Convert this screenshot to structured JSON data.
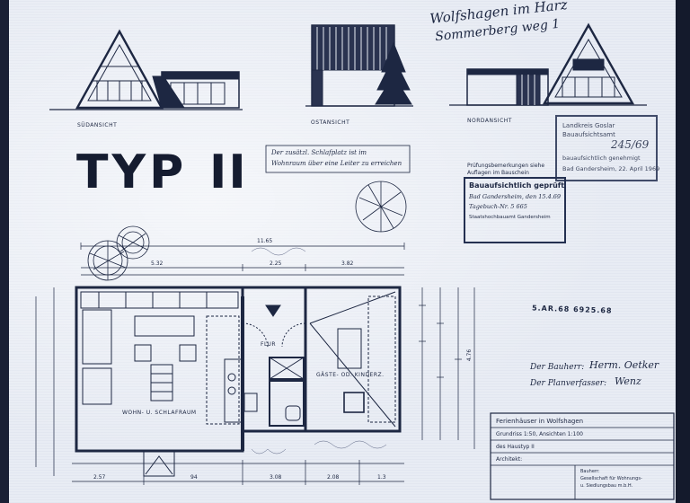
{
  "handwriting": {
    "title_line1": "Wolfshagen im Harz",
    "title_line2": "Sommerberg weg 1"
  },
  "elevations": {
    "south_label": "SÜDANSICHT",
    "east_label": "OSTANSICHT",
    "north_label": "NORDANSICHT"
  },
  "type_label": {
    "word": "TYP",
    "number": "II"
  },
  "note_box": {
    "line1": "Der zusätzl. Schlafplatz ist im",
    "line2": "Wohnraum über eine Leiter zu erreichen"
  },
  "approval_stamp": {
    "line1": "Landkreis Goslar",
    "line2": "Bauaufsichtsamt",
    "reg_no": "245/69",
    "line3": "bauaufsichtlich genehmigt",
    "line4": "Bad Gandersheim, 22. April 1969"
  },
  "check_stamp": {
    "header1": "Prüfungsbemerkungen siehe",
    "header2": "Auflagen im Bauschein",
    "title": "Bauaufsichtlich geprüft",
    "place_date": "Bad Gandersheim, den 15.4.69",
    "tagebuch": "Tagebuch-Nr. 5 665",
    "office": "Staatshochbauamt Gandersheim"
  },
  "side_stamp": "5.AR.68 6925.68",
  "rooms": {
    "living": "WOHN- U. SCHLAFRAUM",
    "hall": "FLUR",
    "guest": "GÄSTE- OD. KINDERZ."
  },
  "dims": {
    "overall": "11.65",
    "d_532": "5.32",
    "d_382": "3.82",
    "d_225": "2.25",
    "d_476": "4.76",
    "bottom1": "2.57",
    "bottom2": "94",
    "bottom3": "3.08",
    "bottom4": "2.08",
    "bottom5": "1.3"
  },
  "signatures": {
    "owner_label": "Der Bauherr:",
    "owner_sig": "Herm. Oetker",
    "planner_label": "Der Planverfasser:",
    "planner_sig": "Wenz"
  },
  "title_block": {
    "row1": "Ferienhäuser in Wolfshagen",
    "row2": "Grundriss 1:50, Ansichten 1:100",
    "row3": "des Haustyp II",
    "row4_label": "Architekt:",
    "company1": "Bauherr:",
    "company2": "Gesellschaft für Wohnungs-",
    "company3": "u. Siedlungsbau m.b.H."
  }
}
